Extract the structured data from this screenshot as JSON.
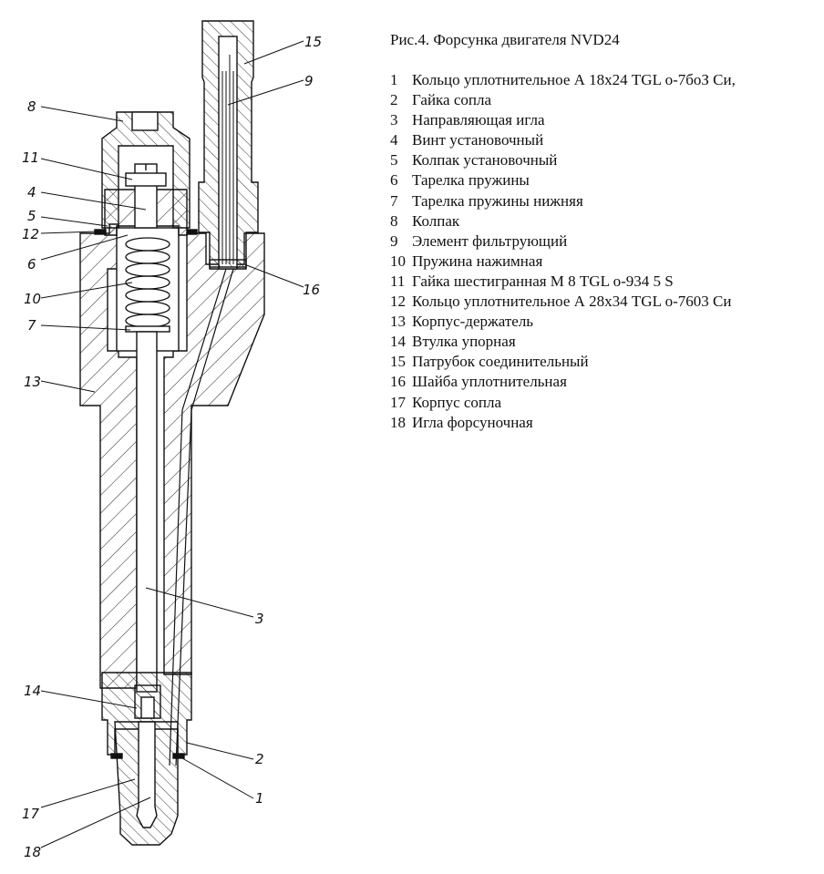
{
  "figure": {
    "title": "Рис.4. Форсунка двигателя NVD24",
    "subject": "fuel injector cross-section"
  },
  "parts": [
    {
      "number": "1",
      "name": "Кольцо уплотнительное А 18х24 TGL о-7боЗ Си,"
    },
    {
      "number": "2",
      "name": "Гайка сопла"
    },
    {
      "number": "3",
      "name": "Направляющая игла"
    },
    {
      "number": "4",
      "name": "Винт установочный"
    },
    {
      "number": "5",
      "name": "Колпак установочный"
    },
    {
      "number": "6",
      "name": "Тарелка пружины"
    },
    {
      "number": "7",
      "name": "Тарелка пружины нижняя"
    },
    {
      "number": "8",
      "name": "Колпак"
    },
    {
      "number": "9",
      "name": "Элемент фильтрующий"
    },
    {
      "number": "10",
      "name": "Пружина нажимная"
    },
    {
      "number": "11",
      "name": "Гайка шестигранная М 8 TGL о-934 5 S"
    },
    {
      "number": "12",
      "name": "Кольцо уплотнительное А 28х34 TGL о-7603 Си"
    },
    {
      "number": "13",
      "name": "Корпус-держатель"
    },
    {
      "number": "14",
      "name": "Втулка упорная"
    },
    {
      "number": "15",
      "name": "Патрубок соединительный"
    },
    {
      "number": "16",
      "name": "Шайба уплотнительная"
    },
    {
      "number": "17",
      "name": "Корпус сопла"
    },
    {
      "number": "18",
      "name": "Игла  форсуночная"
    }
  ],
  "callouts": [
    {
      "label": "8"
    },
    {
      "label": "11"
    },
    {
      "label": "4"
    },
    {
      "label": "5"
    },
    {
      "label": "12"
    },
    {
      "label": "6"
    },
    {
      "label": "10"
    },
    {
      "label": "7"
    },
    {
      "label": "13"
    },
    {
      "label": "14"
    },
    {
      "label": "17"
    },
    {
      "label": "18"
    },
    {
      "label": "15"
    },
    {
      "label": "9"
    },
    {
      "label": "16"
    },
    {
      "label": "3"
    },
    {
      "label": "2"
    },
    {
      "label": "1"
    }
  ]
}
